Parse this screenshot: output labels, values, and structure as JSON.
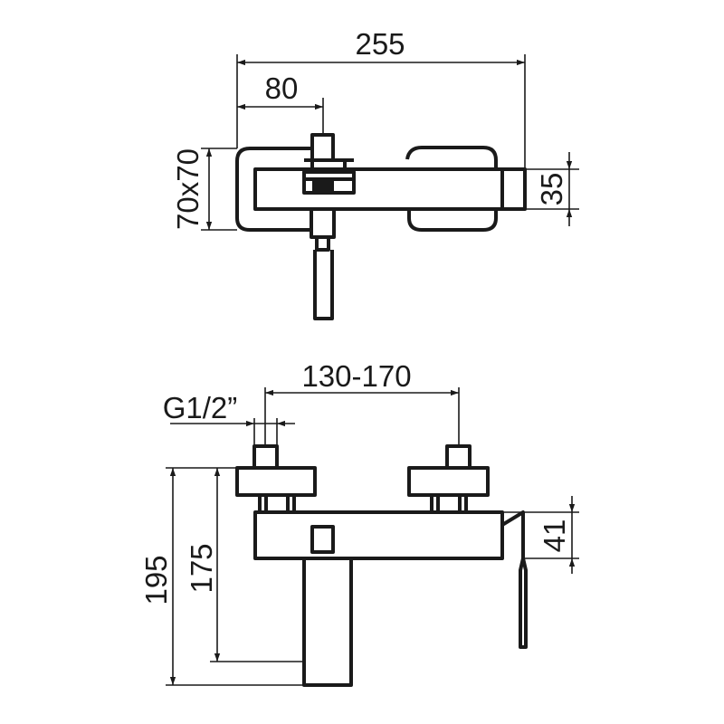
{
  "top_view": {
    "dimensions": {
      "overall_width": "255",
      "offset_to_spout": "80",
      "plate_size": "70x70",
      "body_height": "35"
    }
  },
  "front_view": {
    "dimensions": {
      "inlet_spacing": "130-170",
      "thread": "G1/2”",
      "total_height": "195",
      "outlet_height": "175",
      "body_height": "41"
    }
  }
}
